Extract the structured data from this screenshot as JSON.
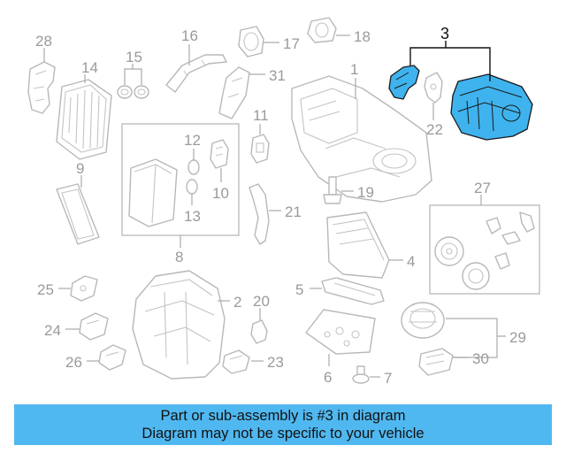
{
  "banner": {
    "line1": "Part or sub-assembly is #3 in diagram",
    "line2": "Diagram may not be specific to your vehicle"
  },
  "callouts": {
    "c1": "1",
    "c2": "2",
    "c3": "3",
    "c4": "4",
    "c5": "5",
    "c6": "6",
    "c7": "7",
    "c8": "8",
    "c9": "9",
    "c10": "10",
    "c11": "11",
    "c12": "12",
    "c13": "13",
    "c14": "14",
    "c15": "15",
    "c16": "16",
    "c17": "17",
    "c18": "18",
    "c19": "19",
    "c20": "20",
    "c21": "21",
    "c22": "22",
    "c23": "23",
    "c24": "24",
    "c25": "25",
    "c26": "26",
    "c27": "27",
    "c28": "28",
    "c29": "29",
    "c30": "30",
    "c31": "31"
  },
  "colors": {
    "highlight": "#3fb3ee",
    "banner": "#50b8f0",
    "linework": "#b8b8b8"
  }
}
